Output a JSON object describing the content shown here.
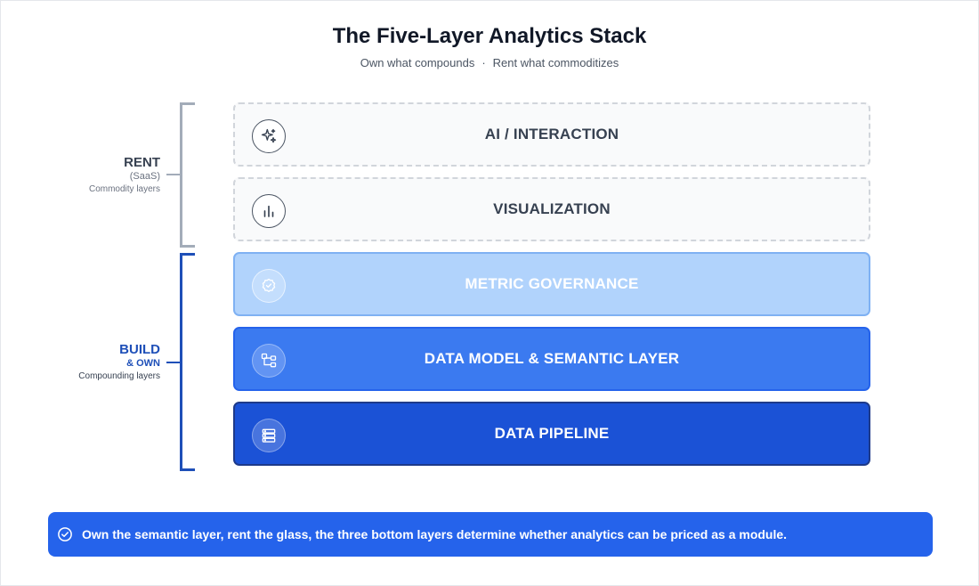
{
  "header": {
    "title": "The Five-Layer Analytics Stack",
    "subtitle_left": "Own what compounds",
    "subtitle_sep": "·",
    "subtitle_right": "Rent what commoditizes"
  },
  "groups": {
    "rent": {
      "label": "RENT",
      "sublabel": "(SaaS)",
      "note": "Commodity layers",
      "color": "#a3acb9"
    },
    "build": {
      "label": "BUILD",
      "sublabel": "& OWN",
      "note": "Compounding layers",
      "color": "#1e4fb8"
    }
  },
  "layers": [
    {
      "label": "AI / INTERACTION",
      "icon": "sparkles-icon",
      "group": "rent"
    },
    {
      "label": "VISUALIZATION",
      "icon": "bar-chart-icon",
      "group": "rent"
    },
    {
      "label": "METRIC GOVERNANCE",
      "icon": "badge-check-icon",
      "group": "build"
    },
    {
      "label": "DATA MODEL & SEMANTIC LAYER",
      "icon": "hierarchy-icon",
      "group": "build"
    },
    {
      "label": "DATA PIPELINE",
      "icon": "server-stack-icon",
      "group": "build"
    }
  ],
  "colors": {
    "rent_fill": "#f9fafb",
    "governance_fill": "#b1d3fc",
    "semantic_fill": "#3b7af0",
    "pipeline_fill": "#1b52d6",
    "callout_fill": "#2563eb"
  },
  "callout": {
    "icon": "check-circle-icon",
    "text": "Own the semantic layer, rent the glass, the three bottom layers determine whether analytics can be priced as a module."
  }
}
